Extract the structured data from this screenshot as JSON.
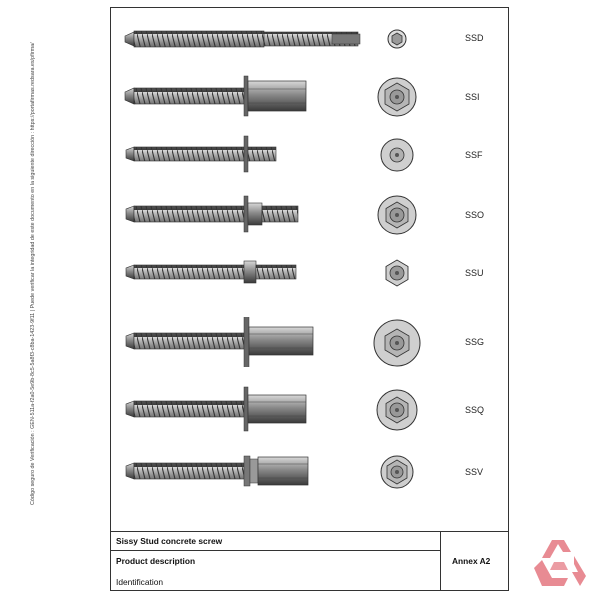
{
  "side_note": "Código seguro de Verificación : GEN-511a-f2a0-5e9b-8c5-5a8f3-c8ba-1423-9f11 | Puede verificar la integridad de este documento en la siguiente dirección : https://portafirmas.redsara.es/pfirma/",
  "rows": [
    {
      "label": "SSD"
    },
    {
      "label": "SSI"
    },
    {
      "label": "SSF"
    },
    {
      "label": "SSO"
    },
    {
      "label": "SSU"
    },
    {
      "label": "SSG"
    },
    {
      "label": "SSQ"
    },
    {
      "label": "SSV"
    }
  ],
  "title_block": {
    "product": "Sissy Stud concrete screw",
    "section": "Product description",
    "subsection": "Identification",
    "annex": "Annex A2"
  },
  "colors": {
    "metal": "#8c8c8c",
    "dark": "#444444",
    "logo": "#e88b93"
  }
}
